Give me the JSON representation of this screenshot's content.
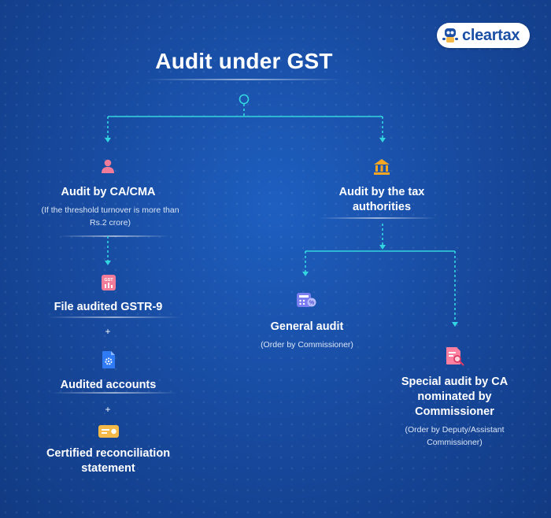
{
  "brand": {
    "name": "cleartax"
  },
  "title": "Audit under GST",
  "left_branch": {
    "heading": "Audit by CA/CMA",
    "note": "(If the threshold turnover is more than Rs.2 crore)",
    "steps": [
      {
        "label": "File audited GSTR-9",
        "icon": "gst-document-icon",
        "icon_text": "GST"
      },
      {
        "label": "Audited accounts",
        "icon": "settings-document-icon"
      },
      {
        "label": "Certified reconciliation statement",
        "icon": "certificate-card-icon"
      }
    ],
    "connector": "+"
  },
  "right_branch": {
    "heading": "Audit by the tax authorities",
    "children": [
      {
        "label": "General audit",
        "note": "(Order by Commissioner)",
        "icon": "calculator-percent-icon"
      },
      {
        "label": "Special audit by CA nominated by Commissioner",
        "note": "(Order by Deputy/Assistant Commissioner)",
        "icon": "document-search-icon"
      }
    ]
  },
  "colors": {
    "background": "#17489c",
    "connector": "#33d6e0",
    "person_icon": "#f07c9a",
    "bank_icon": "#f5a623",
    "doc_icon": "#2f7bf5",
    "card_icon": "#f5b947",
    "calc_icon": "#7b7ef0",
    "search_doc_icon": "#ff7fa0"
  }
}
